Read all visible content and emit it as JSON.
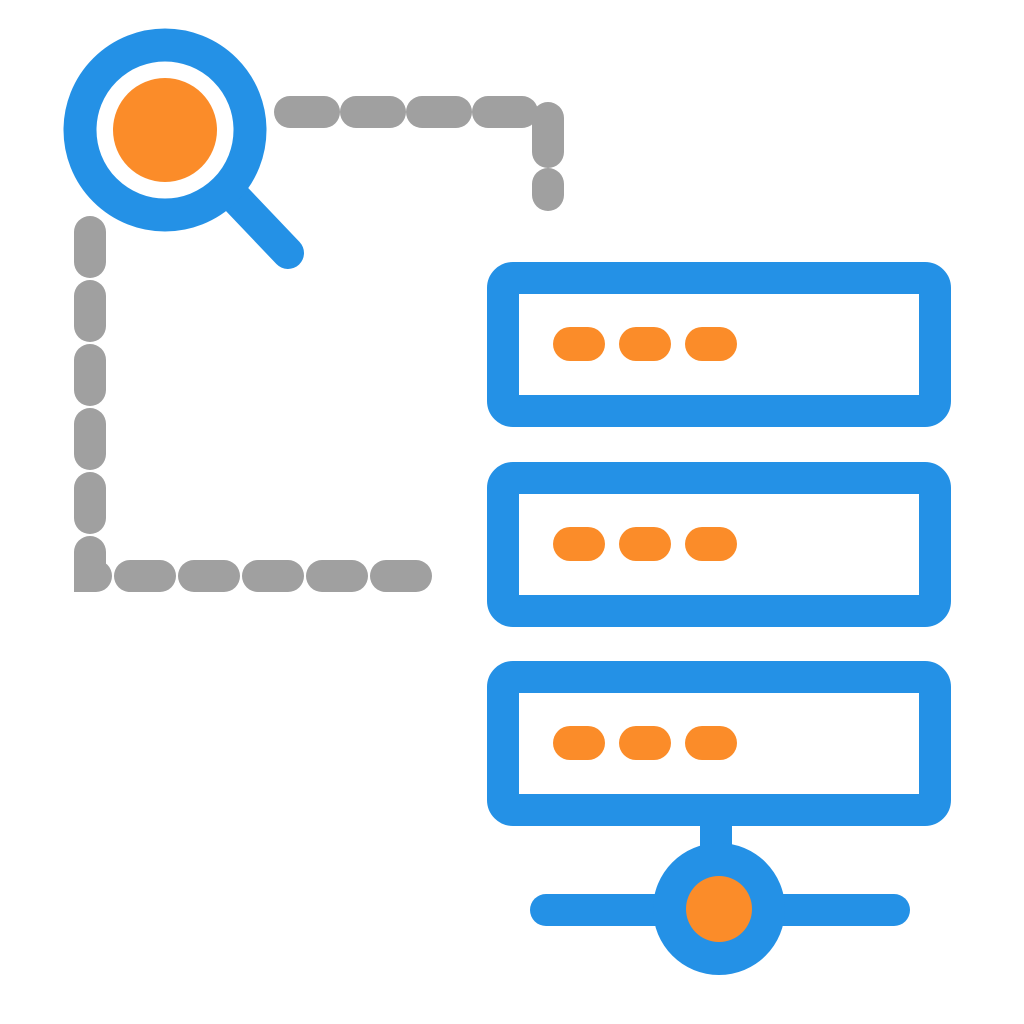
{
  "illustration": {
    "icon": "server-search-icon",
    "parts": {
      "magnifier": "magnifier-icon",
      "server_stack": "server-stack-icon",
      "network": "network-node-icon",
      "connector": "dashed-connector"
    },
    "server_unit_count": 3,
    "leds_per_unit": 3
  },
  "colors": {
    "blue": "#2491e6",
    "orange": "#fb8c29",
    "gray": "#a0a0a0",
    "background": "#ffffff"
  }
}
